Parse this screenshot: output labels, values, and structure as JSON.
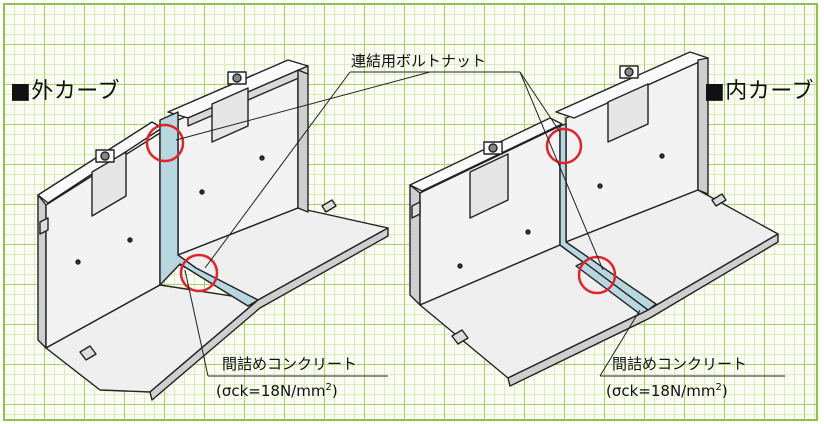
{
  "labels": {
    "outer_curve": "■外カーブ",
    "inner_curve": "■内カーブ",
    "bolt_nut": "連結用ボルトナット",
    "joint_concrete_left": "間詰めコンクリート",
    "joint_concrete_right": "間詰めコンクリート",
    "strength_prefix": "(σck=18N/mm",
    "strength_sup": "2",
    "strength_suffix": ")"
  },
  "colors": {
    "grid_major": "#a7d26a",
    "grid_minor": "#d9ecbb",
    "frame": "#8fc24a",
    "concrete_face": "#f2f2f2",
    "concrete_shade": "#bdbdbd",
    "joint_fill": "#b9d7e1",
    "highlight_circle": "#e0242b"
  }
}
